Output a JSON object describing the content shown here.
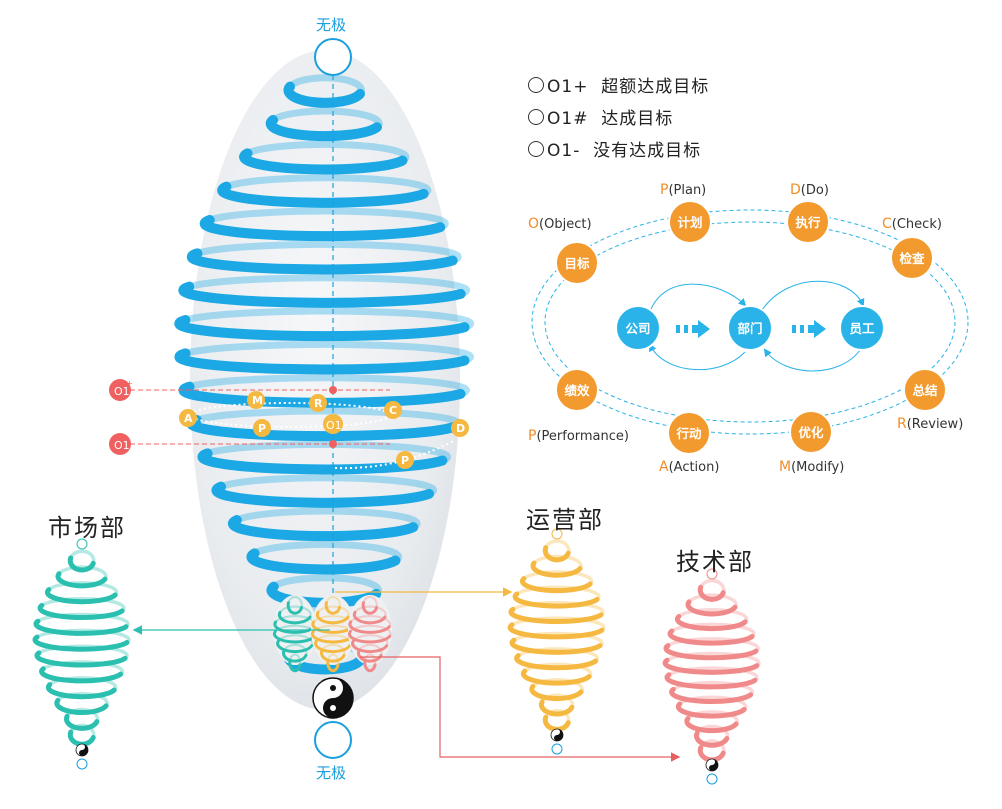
{
  "top_label": "无极",
  "bottom_label": "无极",
  "legend": [
    {
      "code": "O1+",
      "text": "超额达成目标"
    },
    {
      "code": "O1#",
      "text": "达成目标"
    },
    {
      "code": "O1-",
      "text": "没有达成目标"
    }
  ],
  "departments": {
    "market": "市场部",
    "operations": "运营部",
    "tech": "技术部"
  },
  "spiral_markers": {
    "o_plus": "O1",
    "o_plus_sup": "+",
    "o_minus": "O1",
    "o_minus_sup": "-",
    "center": "O1",
    "letters": [
      "A",
      "M",
      "R",
      "C",
      "P",
      "D",
      "P"
    ]
  },
  "pdca": {
    "nodes": {
      "objective": "目标",
      "plan": "计划",
      "do": "执行",
      "check": "检查",
      "review": "总结",
      "modify": "优化",
      "action": "行动",
      "performance": "绩效"
    },
    "labels": {
      "objective": {
        "key": "O",
        "text": "(Object)"
      },
      "plan": {
        "key": "P",
        "text": "(Plan)"
      },
      "do": {
        "key": "D",
        "text": "(Do)"
      },
      "check": {
        "key": "C",
        "text": "(Check)"
      },
      "review": {
        "key": "R",
        "text": "(Review)"
      },
      "modify": {
        "key": "M",
        "text": "(Modify)"
      },
      "action": {
        "key": "A",
        "text": "(Action)"
      },
      "performance": {
        "key": "P",
        "text": "(Performance)"
      }
    },
    "inner": [
      "公司",
      "部门",
      "员工"
    ]
  },
  "colors": {
    "spiral_blue": "#1ba8e4",
    "node_orange": "#f29a2e",
    "inner_blue": "#29b3e8",
    "marker_red": "#f06060",
    "teal": "#2bbfb0",
    "gold": "#f5b942",
    "pink": "#f08a8a"
  },
  "icons": [
    "yin-yang-icon"
  ]
}
